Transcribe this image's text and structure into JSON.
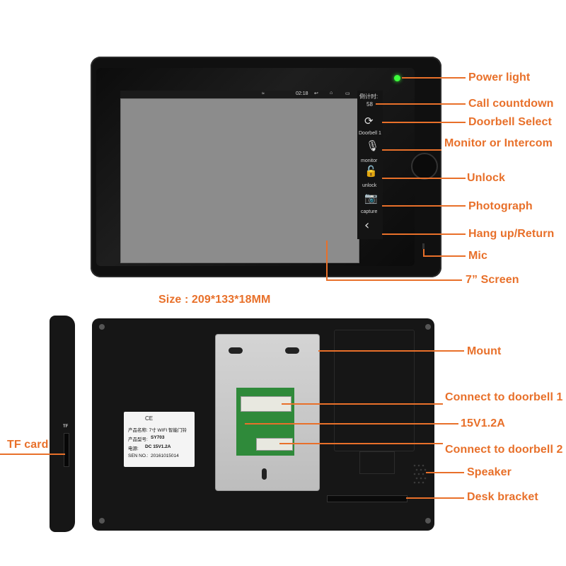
{
  "front_screen": {
    "status_time": "02:18",
    "countdown_label": "倒计时:",
    "countdown_value": "58",
    "doorbell_label": "Doorbell 1",
    "monitor_label": "monitor",
    "unlock_label": "unlock",
    "capture_label": "capture"
  },
  "callouts_front": {
    "power_light": "Power light",
    "call_countdown": "Call countdown",
    "doorbell_select": "Doorbell Select",
    "monitor_intercom": "Monitor or Intercom",
    "unlock": "Unlock",
    "photograph": "Photograph",
    "hang_up": "Hang up/Return",
    "mic": "Mic",
    "screen": "7” Screen"
  },
  "size_text": "Size : 209*133*18MM",
  "callouts_back": {
    "mount": "Mount",
    "connect_doorbell_1": "Connect to doorbell 1",
    "power_spec": "15V1.2A",
    "connect_doorbell_2": "Connect to doorbell 2",
    "speaker": "Speaker",
    "desk_bracket": "Desk bracket",
    "tf_card": "TF card"
  },
  "sticker": {
    "line1": "产品名称: 7寸 WIFI 智能门铃",
    "line2_label": "产品型号:",
    "line2_value": "SY703",
    "line3_label": "电源:",
    "line3_value": "DC 15V1.2A",
    "line4_label": "SEN NO.:",
    "line4_value": "20161015014"
  },
  "side_tf_mark": "TF",
  "colors": {
    "accent": "#e8702a",
    "device": "#101010",
    "power_led": "#3cff3c"
  }
}
